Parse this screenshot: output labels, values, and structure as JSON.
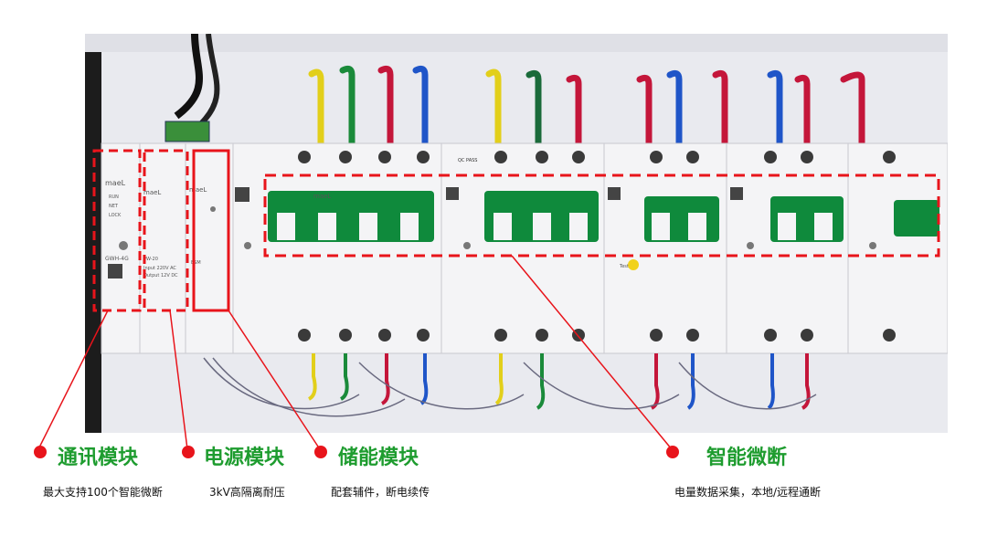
{
  "photo": {
    "device_labels": {
      "comm_brand": "maeL",
      "comm_leds": [
        "RUN",
        "NET",
        "LOCK"
      ],
      "comm_model": "GWH-4G",
      "psu_brand": "maeL",
      "psu_model": "PW-20",
      "psu_input": "Input 220V  AC",
      "psu_output": "Output 12V  DC",
      "esm_brand": "maeL",
      "esm_model": "ESM",
      "breaker_brand": "maeL",
      "qc_badge": "QC PASS",
      "test_label": "Test"
    }
  },
  "features": [
    {
      "title": "通讯模块",
      "desc": "最大支持100个智能微断"
    },
    {
      "title": "电源模块",
      "desc": "3kV高隔离耐压"
    },
    {
      "title": "储能模块",
      "desc": "配套辅件，断电续传"
    },
    {
      "title": "智能微断",
      "desc": "电量数据采集，本地/远程通断"
    }
  ],
  "colors": {
    "accent_green": "#1e9c2f",
    "callout_red": "#e8141b",
    "breaker_green": "#0f8a3c"
  }
}
